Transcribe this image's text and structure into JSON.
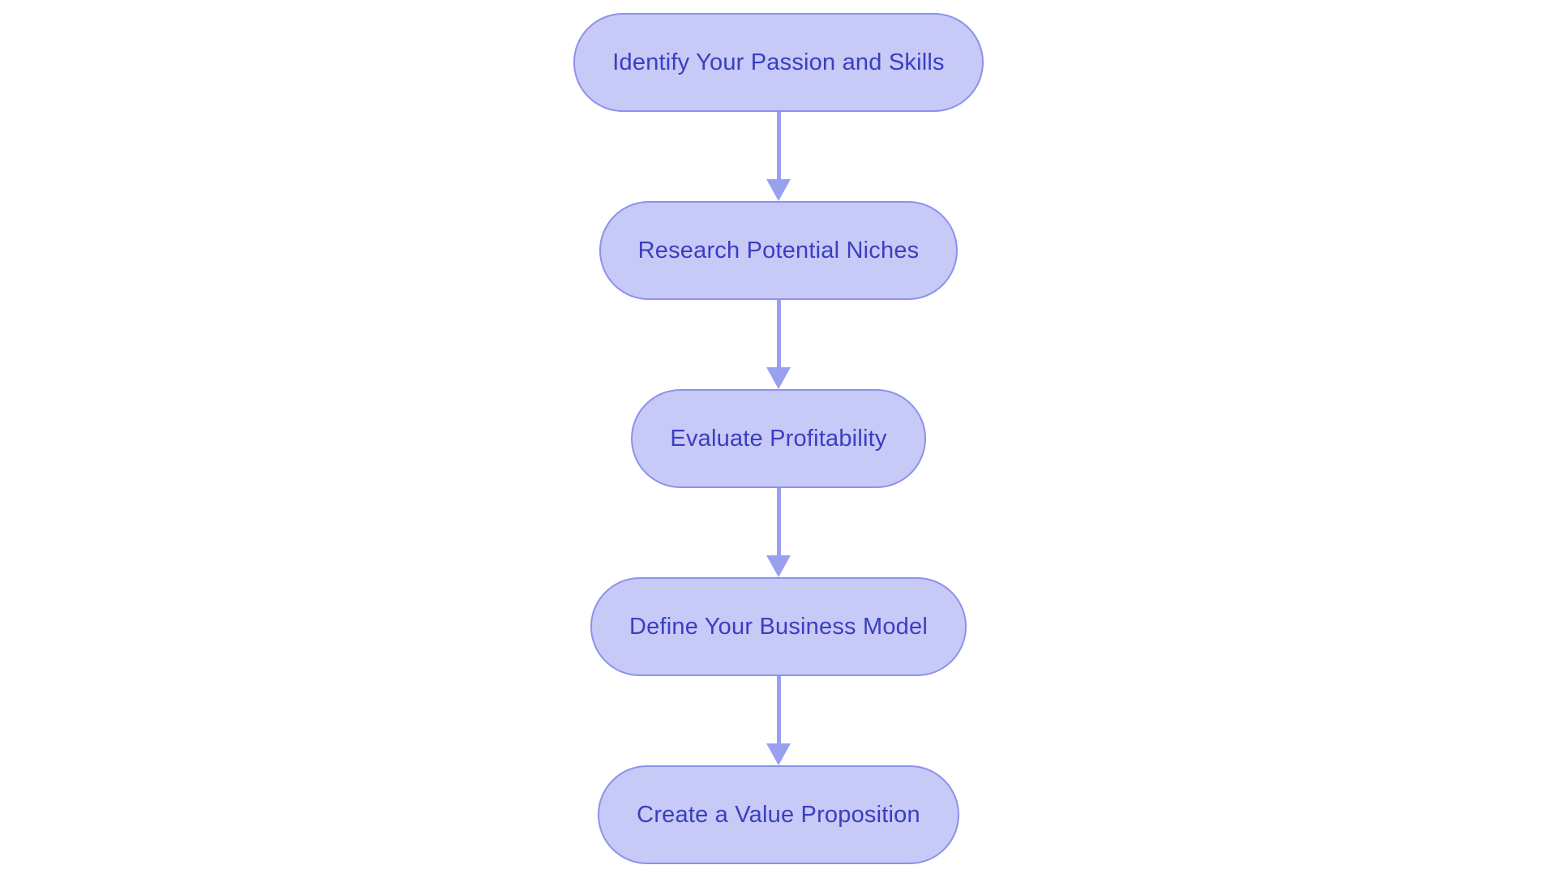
{
  "diagram": {
    "type": "flowchart",
    "direction": "top-down",
    "nodes": [
      {
        "id": "step-1",
        "label": "Identify Your Passion and Skills"
      },
      {
        "id": "step-2",
        "label": "Research Potential Niches"
      },
      {
        "id": "step-3",
        "label": "Evaluate Profitability"
      },
      {
        "id": "step-4",
        "label": "Define Your Business Model"
      },
      {
        "id": "step-5",
        "label": "Create a Value Proposition"
      }
    ],
    "edges": [
      {
        "from": "step-1",
        "to": "step-2"
      },
      {
        "from": "step-2",
        "to": "step-3"
      },
      {
        "from": "step-3",
        "to": "step-4"
      },
      {
        "from": "step-4",
        "to": "step-5"
      }
    ],
    "colors": {
      "node_fill": "#c7c9f7",
      "node_border": "#8c92ea",
      "node_text": "#3b3ec0",
      "arrow": "#9aa0f0",
      "background": "#ffffff"
    }
  }
}
